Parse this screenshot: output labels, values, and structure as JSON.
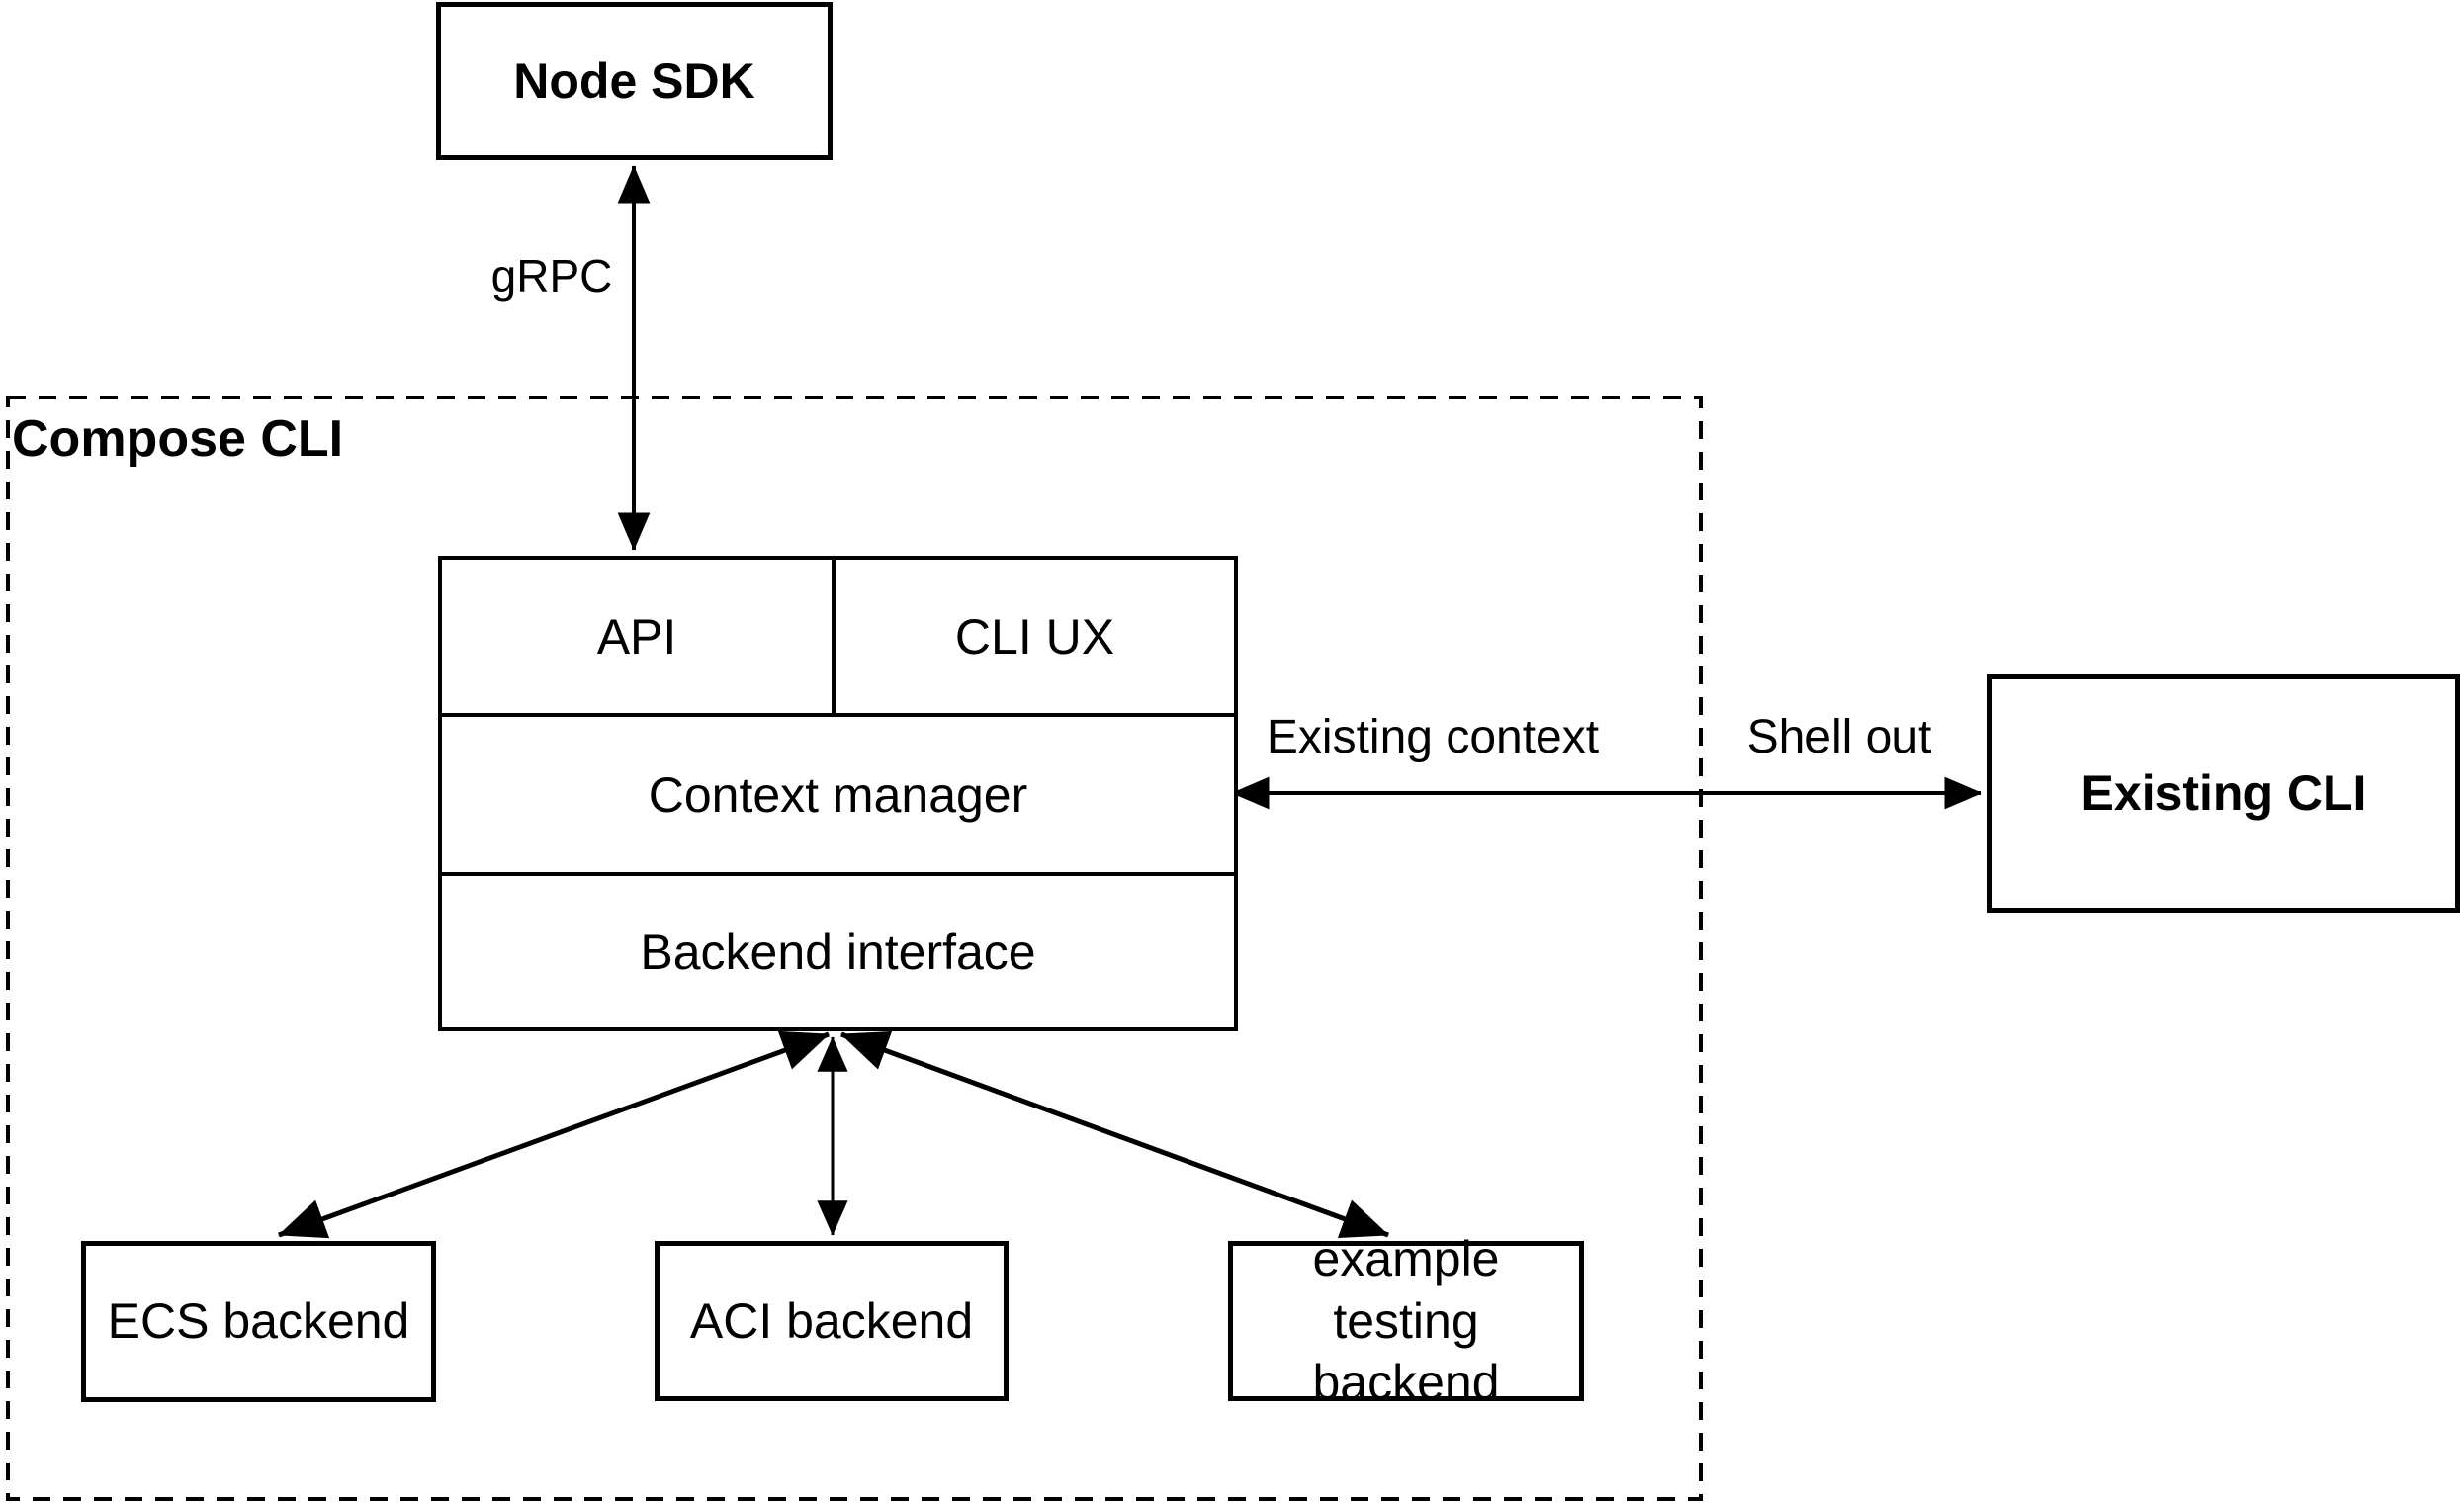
{
  "diagram": {
    "title": "Compose CLI architecture diagram",
    "container": {
      "compose_cli": {
        "label": "Compose CLI"
      }
    },
    "nodes": {
      "node_sdk": {
        "label": "Node SDK"
      },
      "api": {
        "label": "API"
      },
      "cli_ux": {
        "label": "CLI UX"
      },
      "context_manager": {
        "label": "Context manager"
      },
      "backend_interface": {
        "label": "Backend interface"
      },
      "existing_cli": {
        "label": "Existing CLI"
      },
      "ecs_backend": {
        "label": "ECS backend"
      },
      "aci_backend": {
        "label": "ACI backend"
      },
      "example_testing_backend": {
        "label": "example testing backend"
      }
    },
    "edges": {
      "grpc": {
        "label": "gRPC",
        "type": "bidirectional-arrow"
      },
      "existing_context": {
        "label": "Existing context",
        "type": "bidirectional-arrow"
      },
      "shell_out": {
        "label": "Shell out",
        "type": "bidirectional-arrow"
      },
      "backend_to_ecs": {
        "label": "",
        "type": "bidirectional-arrow"
      },
      "backend_to_aci": {
        "label": "",
        "type": "bidirectional-arrow"
      },
      "backend_to_example": {
        "label": "",
        "type": "bidirectional-arrow"
      }
    },
    "colors": {
      "stroke": "#000000",
      "background": "#ffffff",
      "text": "#000000"
    }
  }
}
